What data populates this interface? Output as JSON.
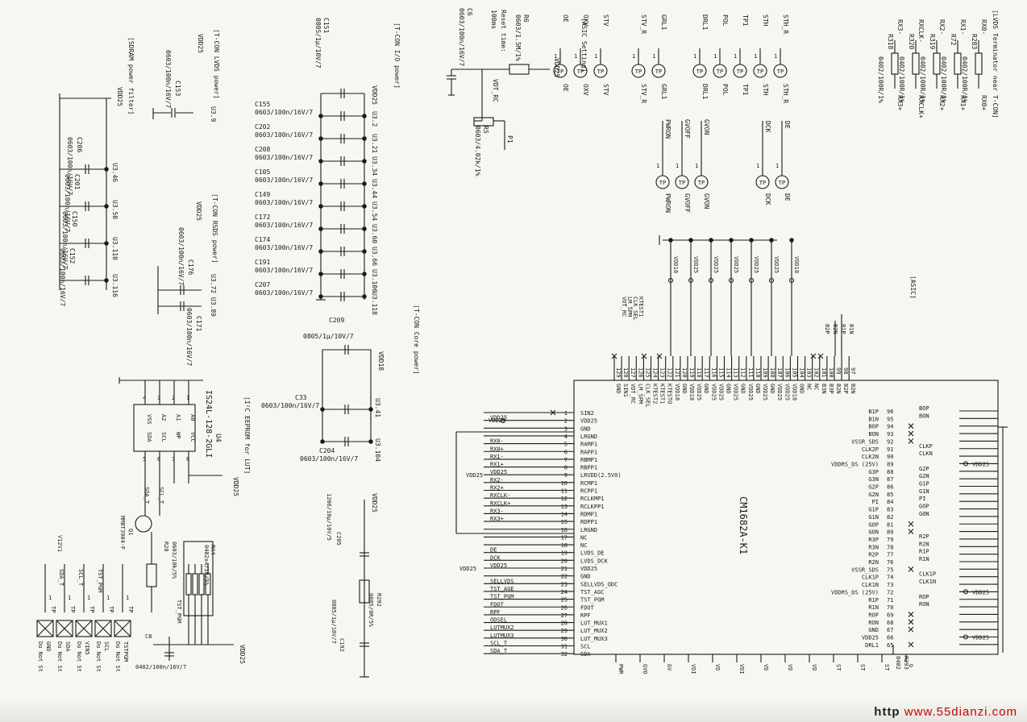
{
  "headers": {
    "lvds_term": "[LVDS Terminator near T-CON]",
    "asic_setting": "[ASIC Setting]",
    "tcon_io": "[T-CON I/O power]",
    "tcon_lvds": "[T-CON LVDS power]",
    "sdram": "[SDRAM power filter]",
    "tcon_rsds": "[T-CON RSDS power]",
    "tcon_core": "[T-CON Core power]",
    "i2c": "[I²C EEPROM for LUT]",
    "asic": "[ASIC]"
  },
  "lvds_resistors": [
    {
      "ref": "R283",
      "spec": "0402/100R/1%",
      "top": "RX0-",
      "bot": "RX0+"
    },
    {
      "ref": "R72",
      "spec": "0402/100R/1%",
      "top": "RX1-",
      "bot": "RX1+"
    },
    {
      "ref": "R319",
      "spec": "0402/100R/1%",
      "top": "RX2-",
      "bot": "RX2+"
    },
    {
      "ref": "R320",
      "spec": "0402/100R/1%",
      "top": "RXCLK-",
      "bot": "RXCLK+"
    },
    {
      "ref": "R318",
      "spec": "0402/100R/1%",
      "top": "RX3-",
      "bot": "RX3+"
    }
  ],
  "testpoints_top": [
    "STH_R",
    "STH",
    "TP1",
    "POL",
    "DRL1",
    "GRL1",
    "STV_R",
    "STV",
    "OXV",
    "OE"
  ],
  "testpoints_mid": [
    "GVON",
    "GVOFF",
    "PWRON"
  ],
  "testpoints_de": [
    "DE",
    "DCK"
  ],
  "tp_label": "TP",
  "reset": {
    "vdd": "VDD25",
    "r6": "R6",
    "r6_spec": "0603/1.5M/1%",
    "r5": "R5",
    "r5_spec": "0603/4.02k/1%",
    "c6": "C6",
    "c6_spec": "0603/100n/16V/7",
    "net": "VDT_RC",
    "p1": "P1",
    "note1": "Reset time:",
    "note2": "100ms"
  },
  "io_caps": [
    {
      "ref": "C155",
      "pin": "U3.2"
    },
    {
      "ref": "C202",
      "pin": "U3.21"
    },
    {
      "ref": "C208",
      "pin": "U3.34"
    },
    {
      "ref": "C105",
      "pin": "U3.44"
    },
    {
      "ref": "C149",
      "pin": "U3.54"
    },
    {
      "ref": "C172",
      "pin": "U3.60"
    },
    {
      "ref": "C174",
      "pin": "U3.66"
    },
    {
      "ref": "C191",
      "pin": "U3.106"
    },
    {
      "ref": "C207",
      "pin": "U3.118"
    }
  ],
  "io_cap_spec": "0603/100n/16V/7",
  "c151": "C151",
  "c151_spec": "0805/1µ/10V/7",
  "vdd25": "VDD25",
  "c153": "C153",
  "c153_spec": "0603/100n/16V/7",
  "u3_9": "U3.9",
  "sdram_caps": [
    {
      "ref": "C206",
      "pin": "U3.46"
    },
    {
      "ref": "C201",
      "pin": "U3.50"
    },
    {
      "ref": "C150",
      "pin": "U3.110"
    },
    {
      "ref": "C152",
      "pin": "U3.116"
    }
  ],
  "rsds": {
    "c176": "C176",
    "c171": "C171",
    "pins": "U3.72 U3.89",
    "spec": "0603/100n/16V/7"
  },
  "core": {
    "c209": "C209",
    "c209_spec": "0805/1µ/10V/7",
    "vdd18": "VDD18",
    "c33": "C33",
    "c204": "C204",
    "spec": "0603/100n/16V/7",
    "p41": "U3.41",
    "p104": "U3.104"
  },
  "u4": {
    "ref": "U4",
    "part": "IS24L-128-2GLI",
    "pins_top": [
      "4",
      "3",
      "2",
      "1"
    ],
    "pins_bot": [
      "5",
      "6",
      "7",
      "8"
    ],
    "names_top": [
      "VSS",
      "A2",
      "A1",
      "A0"
    ],
    "names_bot": [
      "SDA",
      "SCL",
      "WP",
      "VCC"
    ]
  },
  "q1": {
    "ref": "Q1",
    "part": "MMBT3904-F"
  },
  "r28": {
    "ref": "R28",
    "spec": "0603/10k/5%"
  },
  "ra4": {
    "ref": "RA4",
    "spec": "0402x4/1k/5%"
  },
  "c8": {
    "ref": "C8",
    "spec": "0402/100n/16V/7"
  },
  "c205": {
    "ref": "C205",
    "spec": "1206/10µ/10V/5"
  },
  "c192": {
    "ref": "C192",
    "spec": "0805/1µ/10V/7"
  },
  "r292": {
    "ref": "R292",
    "spec": "0805/0R/5%"
  },
  "lower_nets": [
    "SDA_T",
    "SCL_T",
    "TST_PGM",
    "V12V1"
  ],
  "dnp_tps": [
    {
      "net": "GND",
      "label": "Do Not St"
    },
    {
      "net": "SDA",
      "label": "Do Not St"
    },
    {
      "net": "VIN5",
      "label": "Do Not St"
    },
    {
      "net": "SCL",
      "label": "Do Not St"
    },
    {
      "net": "TSTPGM",
      "label": "Do Not St"
    }
  ],
  "asic_part": "CM1682A-K1",
  "left_pins": [
    {
      "n": "1",
      "name": "SIN2",
      "net": ""
    },
    {
      "n": "2",
      "name": "VDD25",
      "net": "VDD25"
    },
    {
      "n": "3",
      "name": "GND",
      "net": ""
    },
    {
      "n": "4",
      "name": "LRGND",
      "net": ""
    },
    {
      "n": "5",
      "name": "RAMP1",
      "net": "RX0-"
    },
    {
      "n": "6",
      "name": "RAPP1",
      "net": "RX0+"
    },
    {
      "n": "7",
      "name": "RBMP1",
      "net": "RX1-"
    },
    {
      "n": "8",
      "name": "RBPP1",
      "net": "RX1+"
    },
    {
      "n": "9",
      "name": "LRVDD(2.5V0)",
      "net": "VDD25"
    },
    {
      "n": "10",
      "name": "RCMP1",
      "net": "RX2-"
    },
    {
      "n": "11",
      "name": "RCPP1",
      "net": "RX2+"
    },
    {
      "n": "12",
      "name": "RCLKMP1",
      "net": "RXCLK-"
    },
    {
      "n": "13",
      "name": "RCLKPP1",
      "net": "RXCLK+"
    },
    {
      "n": "14",
      "name": "RDMP1",
      "net": "RX3-"
    },
    {
      "n": "15",
      "name": "RDPP1",
      "net": "RX3+"
    },
    {
      "n": "16",
      "name": "LRGND",
      "net": ""
    },
    {
      "n": "17",
      "name": "NC",
      "net": ""
    },
    {
      "n": "18",
      "name": "NC",
      "net": ""
    },
    {
      "n": "19",
      "name": "LVDS_DE",
      "net": "DE"
    },
    {
      "n": "20",
      "name": "LVDS_DCK",
      "net": "DCK"
    },
    {
      "n": "21",
      "name": "VDD25",
      "net": "VDD25"
    },
    {
      "n": "22",
      "name": "GND",
      "net": ""
    },
    {
      "n": "23",
      "name": "SELLVDS_ODC",
      "net": "SELLVDS"
    },
    {
      "n": "24",
      "name": "TST_AGC",
      "net": "TST_AGE"
    },
    {
      "n": "25",
      "name": "TST_PGM",
      "net": "TST_PGM"
    },
    {
      "n": "26",
      "name": "FDOT",
      "net": "FDOT"
    },
    {
      "n": "27",
      "name": "RPF",
      "net": "RPF"
    },
    {
      "n": "28",
      "name": "LUT_MUX1",
      "net": "ODSEL"
    },
    {
      "n": "29",
      "name": "LUT_MUX2",
      "net": "LUTMUX2"
    },
    {
      "n": "30",
      "name": "LUT_MUX3",
      "net": "LUTMUX3"
    },
    {
      "n": "31",
      "name": "SCL",
      "net": "SCL_T"
    },
    {
      "n": "32",
      "name": "SDA",
      "net": "SDA_T"
    }
  ],
  "right_pins": [
    {
      "n": "96",
      "name": "B1P",
      "net": "BOP"
    },
    {
      "n": "95",
      "name": "B1N",
      "net": "BON"
    },
    {
      "n": "94",
      "name": "BOP",
      "net": ""
    },
    {
      "n": "93",
      "name": "BON",
      "net": ""
    },
    {
      "n": "92",
      "name": "VSSR_SDS",
      "net": ""
    },
    {
      "n": "91",
      "name": "CLK2P",
      "net": "CLKP"
    },
    {
      "n": "90",
      "name": "CLK2N",
      "net": "CLKN"
    },
    {
      "n": "89",
      "name": "VDDRS_DS (25V)",
      "net": "VDD25"
    },
    {
      "n": "88",
      "name": "G3P",
      "net": "G2P"
    },
    {
      "n": "87",
      "name": "G3N",
      "net": "G2N"
    },
    {
      "n": "86",
      "name": "G2P",
      "net": "G1P"
    },
    {
      "n": "85",
      "name": "G2N",
      "net": "G1N"
    },
    {
      "n": "84",
      "name": "PI",
      "net": "PI"
    },
    {
      "n": "83",
      "name": "G1P",
      "net": "GOP"
    },
    {
      "n": "82",
      "name": "G1N",
      "net": "GON"
    },
    {
      "n": "81",
      "name": "GOP",
      "net": ""
    },
    {
      "n": "80",
      "name": "GON",
      "net": ""
    },
    {
      "n": "79",
      "name": "R3P",
      "net": "R2P"
    },
    {
      "n": "78",
      "name": "R3N",
      "net": "R2N"
    },
    {
      "n": "77",
      "name": "R2P",
      "net": "R1P"
    },
    {
      "n": "76",
      "name": "R2N",
      "net": "R1N"
    },
    {
      "n": "75",
      "name": "VSSR_SDS",
      "net": ""
    },
    {
      "n": "74",
      "name": "CLK1P",
      "net": "CLK1P"
    },
    {
      "n": "73",
      "name": "CLK1N",
      "net": "CLK1N"
    },
    {
      "n": "72",
      "name": "VDDRS_DS (25V)",
      "net": "VDD25"
    },
    {
      "n": "71",
      "name": "R1P",
      "net": "ROP"
    },
    {
      "n": "70",
      "name": "R1N",
      "net": "RON"
    },
    {
      "n": "69",
      "name": "ROP",
      "net": ""
    },
    {
      "n": "68",
      "name": "RON",
      "net": ""
    },
    {
      "n": "67",
      "name": "GND",
      "net": ""
    },
    {
      "n": "66",
      "name": "VDD25",
      "net": "VDD25"
    },
    {
      "n": "65",
      "name": "DRL1",
      "net": ""
    }
  ],
  "top_pins": [
    {
      "n": "129",
      "name": "GND"
    },
    {
      "n": "128",
      "name": "SIN1"
    },
    {
      "n": "127",
      "name": "VDT_RC"
    },
    {
      "n": "126",
      "name": "LM_SPM"
    },
    {
      "n": "125",
      "name": "CLK_SEL"
    },
    {
      "n": "124",
      "name": "KTEST2"
    },
    {
      "n": "123",
      "name": "KTEST1"
    },
    {
      "n": "122",
      "name": "KTESTO"
    },
    {
      "n": "121",
      "name": "VDD18"
    },
    {
      "n": "120",
      "name": "GND"
    },
    {
      "n": "119",
      "name": "VDD18"
    },
    {
      "n": "118",
      "name": "VDD25"
    },
    {
      "n": "117",
      "name": "GND"
    },
    {
      "n": "116",
      "name": "VDD25"
    },
    {
      "n": "115",
      "name": "VDD25"
    },
    {
      "n": "114",
      "name": "GND"
    },
    {
      "n": "113",
      "name": "VDD25"
    },
    {
      "n": "112",
      "name": "GND"
    },
    {
      "n": "111",
      "name": "VDD25"
    },
    {
      "n": "110",
      "name": "GND"
    },
    {
      "n": "109",
      "name": "VDD25"
    },
    {
      "n": "108",
      "name": "GND"
    },
    {
      "n": "107",
      "name": "VDD25"
    },
    {
      "n": "106",
      "name": "VDD25"
    },
    {
      "n": "105",
      "name": "VDD18"
    },
    {
      "n": "104",
      "name": "GND"
    },
    {
      "n": "103",
      "name": "NC"
    },
    {
      "n": "102",
      "name": "NC"
    },
    {
      "n": "101",
      "name": "B3N"
    },
    {
      "n": "100",
      "name": "B3P"
    },
    {
      "n": "99",
      "name": "B2N"
    },
    {
      "n": "98",
      "name": "B2P"
    },
    {
      "n": "97",
      "name": "B2N"
    }
  ],
  "top_nets": [
    "VDT_RC",
    "LM_SPM",
    "CLK_SEL",
    "KTEST1"
  ],
  "top_rails": [
    "VDD18",
    "VDD25",
    "VDD25",
    "VDD25",
    "VDD25",
    "VDD25",
    "VDD18"
  ],
  "top_right_nets": [
    "B2P",
    "B2N",
    "B1P",
    "B1N"
  ],
  "bottom_stubs": [
    "PWR",
    "GVO",
    "GV",
    "VDI",
    "VD",
    "VDI",
    "VD",
    "VD",
    "VD",
    "ST",
    "ST",
    "ST",
    "G"
  ],
  "r293": {
    "ref": "R293",
    "spec": "0402"
  },
  "watermark_a": "http",
  "watermark_b": "www.55dianzi.com"
}
